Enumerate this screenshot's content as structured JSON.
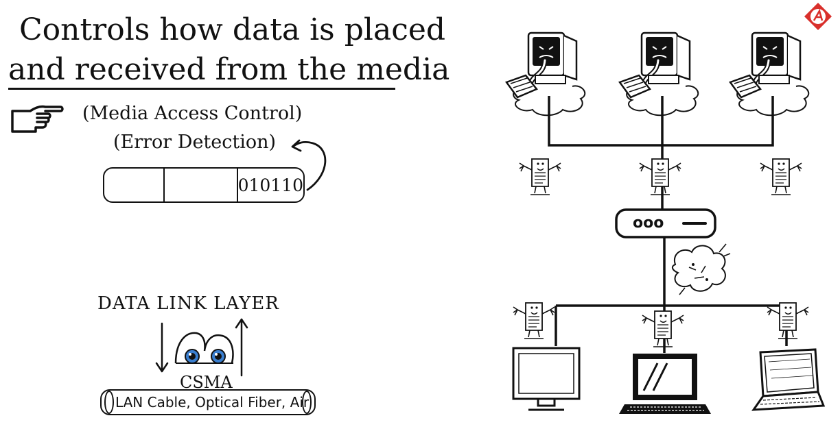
{
  "heading": {
    "line1": "Controls how data is placed",
    "line2": "and received from the media"
  },
  "functions": {
    "media_access": "(Media Access Control)",
    "error_detection": "(Error Detection)"
  },
  "frame": {
    "bits": "010110"
  },
  "layer": {
    "title": "DATA LINK LAYER",
    "method": "CSMA",
    "media": "LAN Cable, Optical Fiber, Air"
  },
  "router": {
    "indicator": "ooo"
  },
  "icons": [
    "pointing-hand-icon",
    "eyes-icon",
    "desktop-computer-icon",
    "data-frame-character-icon",
    "router-icon",
    "collision-cloud-icon",
    "monitor-icon",
    "laptop-icon",
    "brand-logo-icon"
  ],
  "colors": {
    "ink": "#111111",
    "eye_blue": "#3a7fd0",
    "logo_red": "#d9302c"
  }
}
